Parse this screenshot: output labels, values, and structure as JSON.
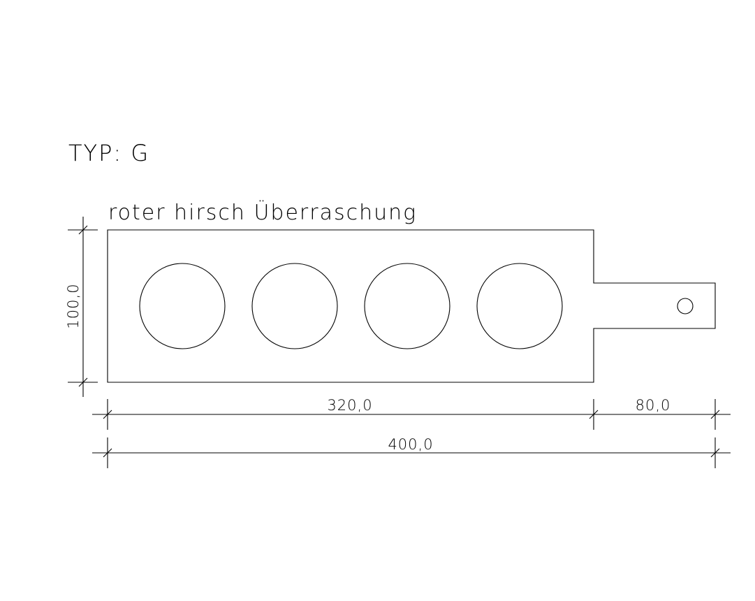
{
  "drawing": {
    "type_label": "TYP:  G",
    "product_name": "roter hirsch Überraschung",
    "dimensions": {
      "height": "100,0",
      "board_length": "320,0",
      "handle_length": "80,0",
      "total_length": "400,0"
    },
    "units": {
      "height": 100,
      "board_length": 320,
      "handle_length": 80,
      "total_length": 400
    },
    "holes": 4,
    "line_color": "#000000",
    "background_color": "#ffffff"
  }
}
